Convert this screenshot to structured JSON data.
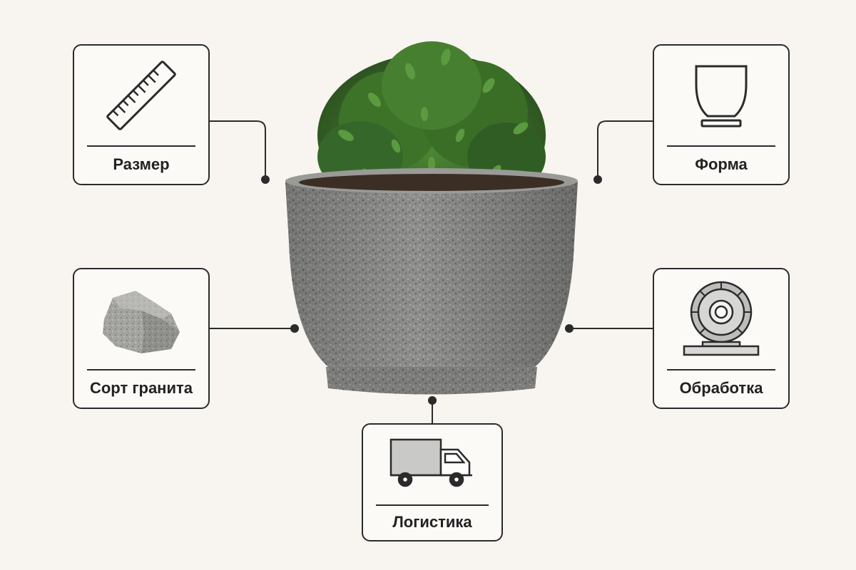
{
  "cards": {
    "size": {
      "label": "Размер",
      "icon": "ruler-icon"
    },
    "shape": {
      "label": "Форма",
      "icon": "planter-shape-icon"
    },
    "granite": {
      "label": "Сорт гранита",
      "icon": "granite-stone-icon"
    },
    "finish": {
      "label": "Обработка",
      "icon": "cutting-wheel-icon"
    },
    "logistics": {
      "label": "Логистика",
      "icon": "delivery-truck-icon"
    }
  },
  "colors": {
    "background": "#f8f4ef",
    "stroke": "#2b2b2b",
    "granite": "#8a8a88",
    "foliage": "#3f6e2c"
  }
}
